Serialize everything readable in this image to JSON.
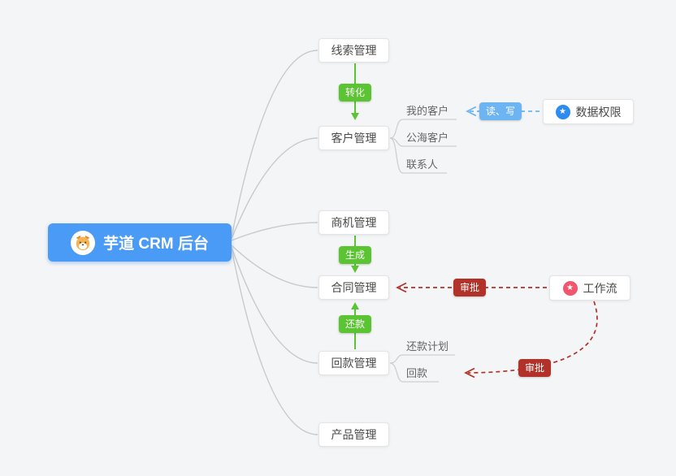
{
  "root": {
    "label": "芋道 CRM 后台"
  },
  "main_nodes": {
    "lead": {
      "label": "线索管理"
    },
    "customer": {
      "label": "客户管理"
    },
    "opportunity": {
      "label": "商机管理"
    },
    "contract": {
      "label": "合同管理"
    },
    "receivable": {
      "label": "回款管理"
    },
    "product": {
      "label": "产品管理"
    }
  },
  "customer_children": {
    "my_customer": {
      "label": "我的客户"
    },
    "public_customer": {
      "label": "公海客户"
    },
    "contact": {
      "label": "联系人"
    }
  },
  "receivable_children": {
    "repayment_plan": {
      "label": "还款计划"
    },
    "receivable_record": {
      "label": "回款"
    }
  },
  "edge_badges": {
    "convert": {
      "label": "转化",
      "color": "#5bc432"
    },
    "generate": {
      "label": "生成",
      "color": "#5bc432"
    },
    "repay": {
      "label": "还款",
      "color": "#5bc432"
    },
    "read_write": {
      "label": "读、写",
      "color": "#6db4f3"
    },
    "approve_contract": {
      "label": "审批",
      "color": "#b23229"
    },
    "approve_receivable": {
      "label": "审批",
      "color": "#b23229"
    }
  },
  "side_nodes": {
    "data_permission": {
      "label": "数据权限",
      "icon": "star-icon",
      "icon_color": "#2d8cf0"
    },
    "workflow": {
      "label": "工作流",
      "icon": "star-icon",
      "icon_color": "#f2566e"
    }
  },
  "colors": {
    "background": "#f4f5f6",
    "root_bg": "#4a9bf6",
    "green_edge": "#5bc432",
    "blue_edge": "#6db4f3",
    "red_edge": "#b23229",
    "gray_edge": "#c9c9c9"
  }
}
